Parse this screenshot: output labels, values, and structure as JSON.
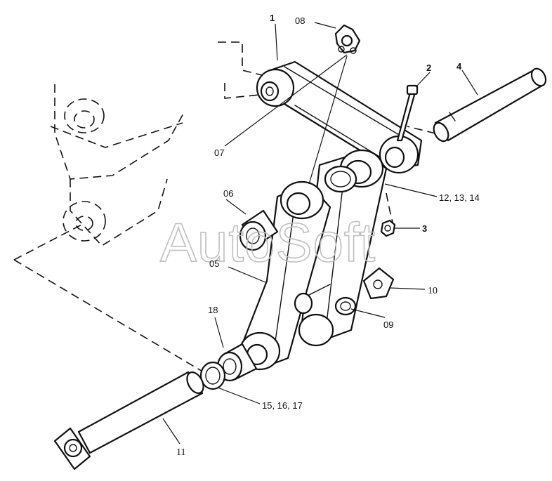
{
  "watermark": "AutoSoft",
  "callouts": {
    "c1": "1",
    "c08": "08",
    "c2": "2",
    "c4": "4",
    "c07": "07",
    "c12": "12, 13, 14",
    "c06": "06",
    "c3": "3",
    "c05": "05",
    "c10": "10",
    "c09": "09",
    "c18": "18",
    "c15": "15, 16, 17",
    "c11": "11"
  }
}
